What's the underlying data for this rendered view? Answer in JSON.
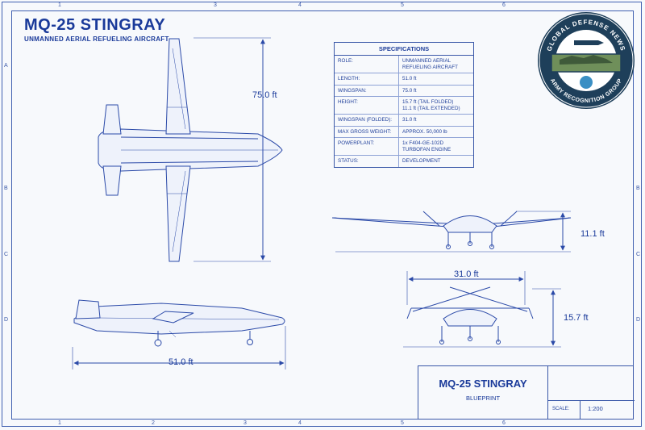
{
  "header": {
    "title": "MQ-25 STINGRAY",
    "subtitle": "UNMANNED AERIAL REFUELING AIRCRAFT"
  },
  "grid": {
    "columns": [
      "1",
      "2",
      "3",
      "4",
      "5",
      "6"
    ],
    "rows": [
      "A",
      "B",
      "C",
      "D"
    ]
  },
  "specifications": {
    "heading": "SPECIFICATIONS",
    "rows": [
      {
        "key": "ROLE:",
        "value": "UNMANNED AERIAL\nREFUELING AIRCRAFT"
      },
      {
        "key": "LENGTH:",
        "value": "51.0 ft"
      },
      {
        "key": "WINGSPAN:",
        "value": "75.0 ft"
      },
      {
        "key": "HEIGHT:",
        "value": "15.7 ft (TAIL FOLDED)\n11.1 ft (TAIL EXTENDED)"
      },
      {
        "key": "WINGSPAN (FOLDED):",
        "value": "31.0 ft"
      },
      {
        "key": "MAX GROSS WEIGHT:",
        "value": "APPROX. 50,000 lb"
      },
      {
        "key": "POWERPLANT:",
        "value": "1x F404-GE-102D\nTURBOFAN ENGINE"
      },
      {
        "key": "STATUS:",
        "value": "DEVELOPMENT"
      }
    ]
  },
  "dimensions": {
    "wingspan_top": "75.0 ft",
    "length_side": "51.0 ft",
    "height_front": "11.1 ft",
    "folded_span": "31.0 ft",
    "folded_height": "15.7 ft"
  },
  "title_block": {
    "title": "MQ-25 STINGRAY",
    "subtitle": "BLUEPRINT",
    "scale_label": "SCALE:",
    "scale_value": "1:200"
  },
  "badge": {
    "top_text": "GLOBAL DEFENSE NEWS",
    "bottom_text": "ARMY RECOGNITION GROUP"
  },
  "colors": {
    "line": "#2b4aa8",
    "ink": "#1a3a9a",
    "badge_ring": "#1e3f5a",
    "badge_green": "#6f8f5a"
  }
}
